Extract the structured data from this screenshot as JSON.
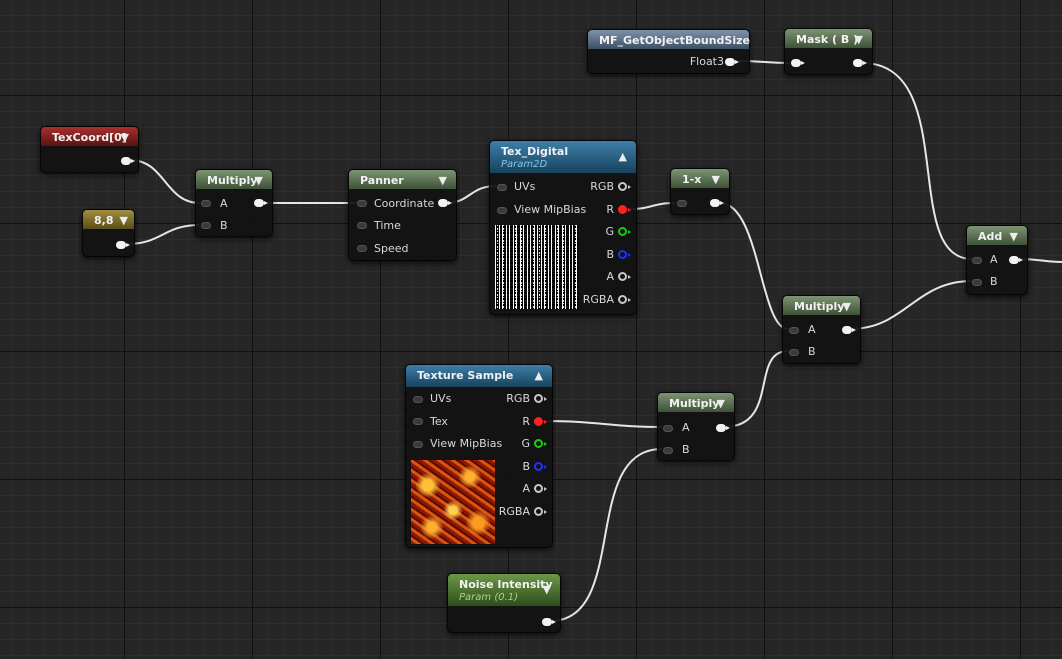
{
  "nodes": {
    "texcoord": {
      "title": "TexCoord[0]"
    },
    "const88": {
      "title": "8,8"
    },
    "multiply1": {
      "title": "Multiply",
      "in_a": "A",
      "in_b": "B"
    },
    "panner": {
      "title": "Panner",
      "in_coordinate": "Coordinate",
      "in_time": "Time",
      "in_speed": "Speed"
    },
    "tex_digital": {
      "title": "Tex_Digital",
      "subtitle": "Param2D",
      "in_uvs": "UVs",
      "in_mipbias": "View MipBias",
      "out_rgb": "RGB",
      "out_r": "R",
      "out_g": "G",
      "out_b": "B",
      "out_a": "A",
      "out_rgba": "RGBA"
    },
    "one_minus_x": {
      "title": "1-x"
    },
    "mf_bound": {
      "title": "MF_GetObjectBoundSize",
      "out_float3": "Float3"
    },
    "mask_b": {
      "title": "Mask ( B )"
    },
    "add": {
      "title": "Add",
      "in_a": "A",
      "in_b": "B"
    },
    "multiply2": {
      "title": "Multiply",
      "in_a": "A",
      "in_b": "B"
    },
    "texture_sample": {
      "title": "Texture Sample",
      "in_uvs": "UVs",
      "in_tex": "Tex",
      "in_mipbias": "View MipBias",
      "out_rgb": "RGB",
      "out_r": "R",
      "out_g": "G",
      "out_b": "B",
      "out_a": "A",
      "out_rgba": "RGBA"
    },
    "multiply3": {
      "title": "Multiply",
      "in_a": "A",
      "in_b": "B"
    },
    "noise_intensity": {
      "title": "Noise Intensity",
      "subtitle": "Param (0.1)"
    }
  },
  "icons": {
    "collapse": "▼",
    "expand": "▲"
  },
  "colors": {
    "background": "#262626",
    "wire": "#e6e6e6",
    "pin_r": "#ff2020",
    "pin_g": "#10d010",
    "pin_b": "#2030ff"
  }
}
